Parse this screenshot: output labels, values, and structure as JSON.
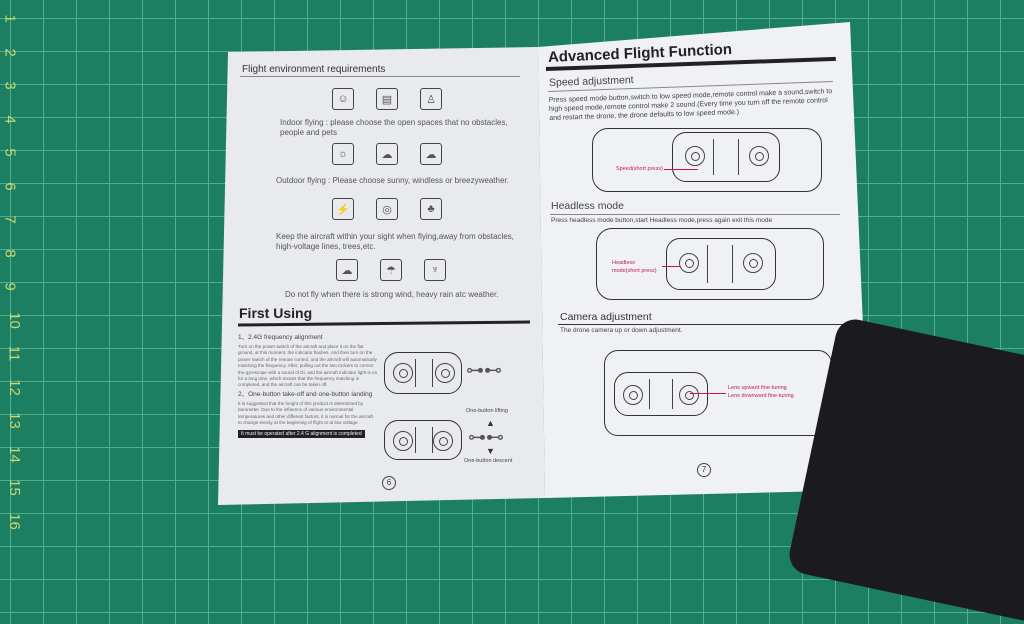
{
  "ruler_numbers": [
    "1",
    "2",
    "3",
    "4",
    "5",
    "6",
    "7",
    "8",
    "9",
    "10",
    "11",
    "12",
    "13",
    "14",
    "15",
    "16"
  ],
  "left_page": {
    "env_title": "Flight environment requirements",
    "indoor": "Indoor flying : please choose the open spaces that no obstacles, people and pets",
    "outdoor": "Outdoor flying : Please choose sunny, windless or breezyweather.",
    "keep": "Keep the aircraft within your sight when flying,away from obstacles, high-voltage lines, trees,etc.",
    "donot": "Do not fly when there is strong wind, heavy rain atc weather.",
    "first_using": "First Using",
    "step1_title": "1、2.4G frequency alignment",
    "step1_body": "Turn on the power switch of the aircraft and place it on the flat ground, at this moment, the indicator flashes. And then turn on the power switch of the remote control, and the aircraft will automatically matching the frequency. After, pulling out the two rockers to correct the gyroscope with a sound of Di, and the aircraft indicator light is on for a long time, which means that the frequency matching is completed, and the aircraft can be taken off.",
    "step2_title": "2、One-button take-off and one-button landing",
    "step2_body": "It is suggested that the height of this product is determined by barometer. Due to the influence of various environmental temperatures and other different factors, it is normal for the aircraft to change evenly at the beginning of flight or at low voltage.",
    "warning": "It must be operated after 2.4 G alignment is completed",
    "lifting": "One-button lifting",
    "descent": "One-button descent",
    "page_number": "6"
  },
  "right_page": {
    "title": "Advanced Flight Function",
    "speed_title": "Speed adjustment",
    "speed_body": "Press speed mode button,switch to low speed mode,remote control make a sound,switch to high speed mode,remote control make 2 sound.(Every time you turn off the remote control and restart the drone, the drone defaults to low speed mode.)",
    "speed_label": "Speed(short press)",
    "headless_title": "Headless mode",
    "headless_body": "Press headless mode button,start Headless mode,press again exit this mode",
    "headless_label_1": "Headless",
    "headless_label_2": "mode(short press)",
    "camera_title": "Camera adjustment",
    "camera_body": "The drone camera up or down adjustment.",
    "lens_up": "Lens upward fine-tuning",
    "lens_down": "Lens downward fine-tuning",
    "page_number": "7"
  },
  "colors": {
    "mat": "#1d7f62",
    "label": "#c2185b"
  }
}
